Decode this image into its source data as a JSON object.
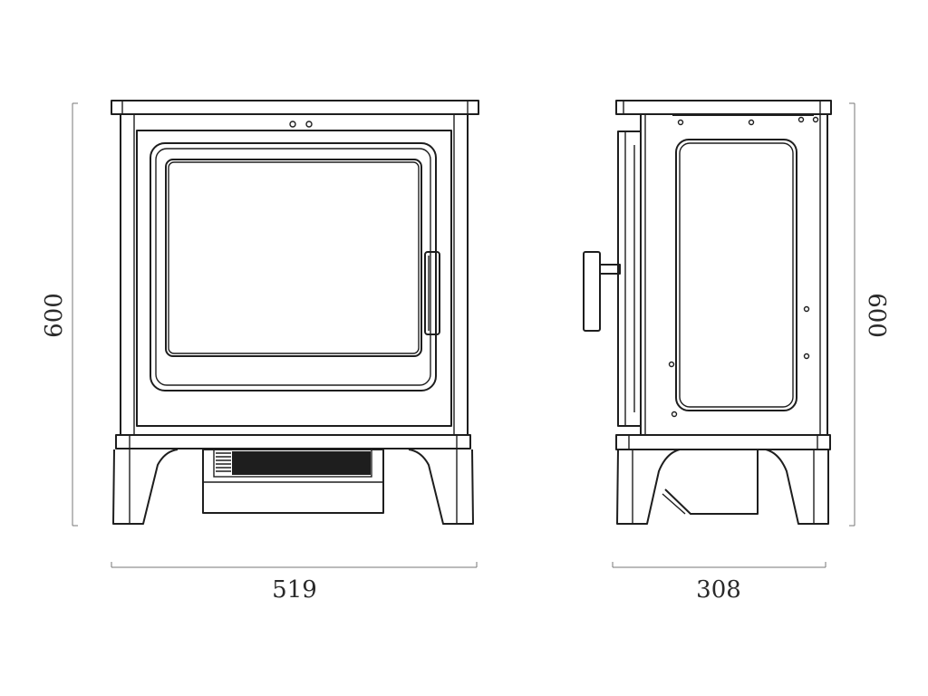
{
  "dimensions": {
    "front_height": "600",
    "front_width": "519",
    "side_height": "600",
    "side_depth": "308"
  }
}
